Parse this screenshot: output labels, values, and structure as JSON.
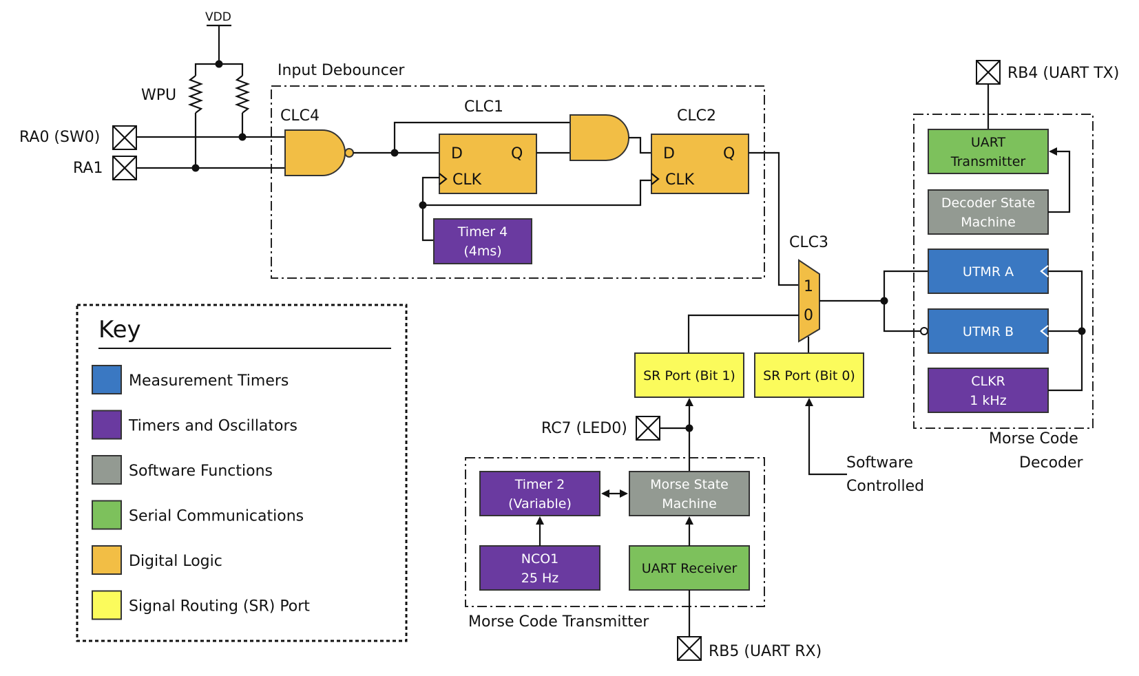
{
  "colors": {
    "blue": "#3a78c2",
    "purple": "#6a3aa0",
    "gray": "#939a92",
    "green": "#7dc15c",
    "orange": "#f2be45",
    "yellow": "#fbfb5c"
  },
  "supply": {
    "vdd": "VDD"
  },
  "pins": {
    "ra0": "RA0 (SW0)",
    "ra1": "RA1",
    "rb4": "RB4 (UART TX)",
    "rb5": "RB5 (UART RX)",
    "rc7": "RC7 (LED0)"
  },
  "labels": {
    "wpu": "WPU",
    "clc1": "CLC1",
    "clc2": "CLC2",
    "clc3": "CLC3",
    "clc4": "CLC4",
    "d": "D",
    "q": "Q",
    "clk": "CLK",
    "mux_in1": "1",
    "mux_in0": "0",
    "software_controlled_1": "Software",
    "software_controlled_2": "Controlled"
  },
  "groups": {
    "input_debouncer": "Input Debouncer",
    "morse_decoder_1": "Morse Code",
    "morse_decoder_2": "Decoder",
    "morse_transmitter": "Morse Code Transmitter"
  },
  "blocks": {
    "timer4": [
      "Timer 4",
      "(4ms)"
    ],
    "uart_tx": [
      "UART",
      "Transmitter"
    ],
    "decoder_sm": [
      "Decoder State",
      "Machine"
    ],
    "utmr_a": [
      "UTMR A"
    ],
    "utmr_b": [
      "UTMR B"
    ],
    "clkr": [
      "CLKR",
      "1 kHz"
    ],
    "sr_bit1": [
      "SR Port (Bit 1)"
    ],
    "sr_bit0": [
      "SR Port (Bit 0)"
    ],
    "timer2": [
      "Timer 2",
      "(Variable)"
    ],
    "morse_sm": [
      "Morse State",
      "Machine"
    ],
    "nco1": [
      "NCO1",
      "25 Hz"
    ],
    "uart_rx": [
      "UART Receiver"
    ]
  },
  "key": {
    "title": "Key",
    "items": [
      {
        "label": "Measurement Timers",
        "color": "#3a78c2"
      },
      {
        "label": "Timers and Oscillators",
        "color": "#6a3aa0"
      },
      {
        "label": "Software Functions",
        "color": "#939a92"
      },
      {
        "label": "Serial Communications",
        "color": "#7dc15c"
      },
      {
        "label": "Digital Logic",
        "color": "#f2be45"
      },
      {
        "label": "Signal Routing (SR) Port",
        "color": "#fbfb5c"
      }
    ]
  }
}
